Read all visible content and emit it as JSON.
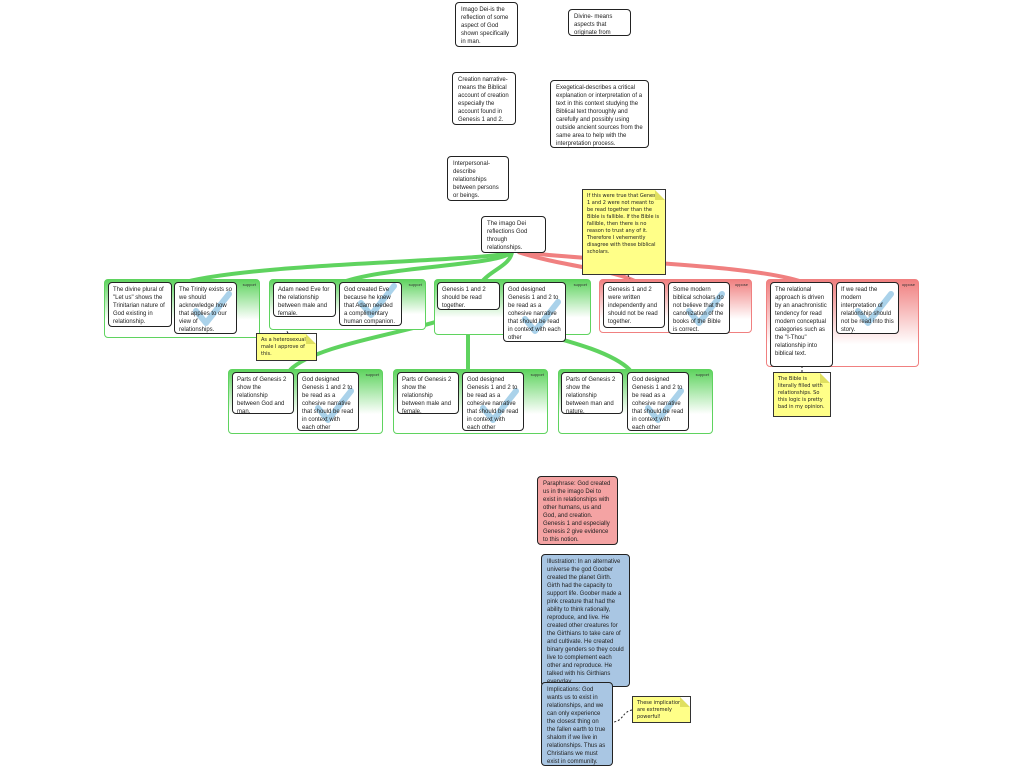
{
  "definitions": {
    "imago_dei": "Imago Dei-is the reflection of some aspect of God shown specifically in man.",
    "divine": "Divine- means aspects that originate from God.",
    "creation_narrative": "Creation narrative- means the Biblical account of creation especially the account found in Genesis 1 and 2.",
    "exegetical": "Exegetical-describes a critical explanation or interpretation of a text in this context studying the Biblical text thoroughly and carefully and possibly using outside ancient sources from the same area to help with the interpretation process.",
    "interpersonal": "Interpersonal- describe relationships between persons or beings."
  },
  "contention": "The imago Dei reflections God through relationships.",
  "tags": {
    "support": "support",
    "oppose": "oppose"
  },
  "reasons": {
    "r1_a": "The divine plural of \"Let us\" shows the Trinitarian nature of God existing in relationship.",
    "r1_b": "The Trinity exists so we should acknowledge how that applies to our view of relationships.",
    "r2_a": "Adam need Eve for the relationship between male and female.",
    "r2_b": "God created Eve because he knew that Adam needed a complimentary human companion.",
    "r3_a": "Genesis 1 and 2 should be read together.",
    "r3_b": "God designed Genesis 1 and 2 to be read as a cohesive narrative that should be read in context with each other",
    "r4_a": "Genesis 1 and 2 were written independently and should not be read together.",
    "r4_b": "Some modern biblical scholars do not believe that the canonization of the books of the Bible is correct.",
    "r5_a": "The relational approach is driven by an anachronistic tendency for read modern conceptual categories such as the \"I-Thou\" relationship into biblical text.",
    "r5_b": "If we read the modern interpretation of relationship should not be read into this story.",
    "s1_a": "Parts of Genesis 2 show the relationship between God and man.",
    "s1_b": "God designed Genesis 1 and 2 to be read as a cohesive narrative that should be read in context with each other",
    "s2_a": "Parts of Genesis 2 show the relationship between male and female.",
    "s2_b": "God designed Genesis 1 and 2 to be read as a cohesive narrative that should be read in context with each other",
    "s3_a": "Parts of Genesis 2 show the relationship between man and nature.",
    "s3_b": "God designed Genesis 1 and 2 to be read as a cohesive narrative that should be read in context with each other"
  },
  "notes": {
    "fallible": "If this were true that Genesis 1 and 2 were not meant to be read together than the Bible is fallible. If the Bible is fallible, then there is no reason to trust any of it. Therefore I vehemently disagree with these biblical scholars.",
    "heterosexual": "As a heterosexual male I approve of this.",
    "literally": "The Bible is literally filled with relationships. So this logic is pretty bad in my opinion.",
    "implications_note": "These implications are extremely powerful!"
  },
  "summary": {
    "paraphrase": "Paraphrase: God created us in the imago Dei to exist in relationships with other humans, us and God, and creation. Genesis 1 and especially Genesis 2 give evidence to this notion.",
    "illustration": "Illustration: In an alternative universe the god Goober created the planet Girth. Girth had the capacity to support life. Goober made a pink creature that had the ability to think rationally, reproduce, and live. He created other creatures for the Girthians to take care of and cultivate. He created binary genders so they could live to complement each other and reproduce. He talked with his Girthians everyday.",
    "implications": "Implications: God wants us to exist in relationships, and we can only experience the closest thing on the fallen earth to true shalom if we live in relationships. Thus as Christians we must exist in community."
  },
  "colors": {
    "support_green": "#5fd35f",
    "oppose_red": "#f08080",
    "note_yellow": "#ffff88",
    "check_blue": "#8ec4e4",
    "paraphrase_red": "#f4a3a3",
    "illustration_blue": "#a9c6e3"
  },
  "icons": {
    "checkmark": "check-icon"
  }
}
